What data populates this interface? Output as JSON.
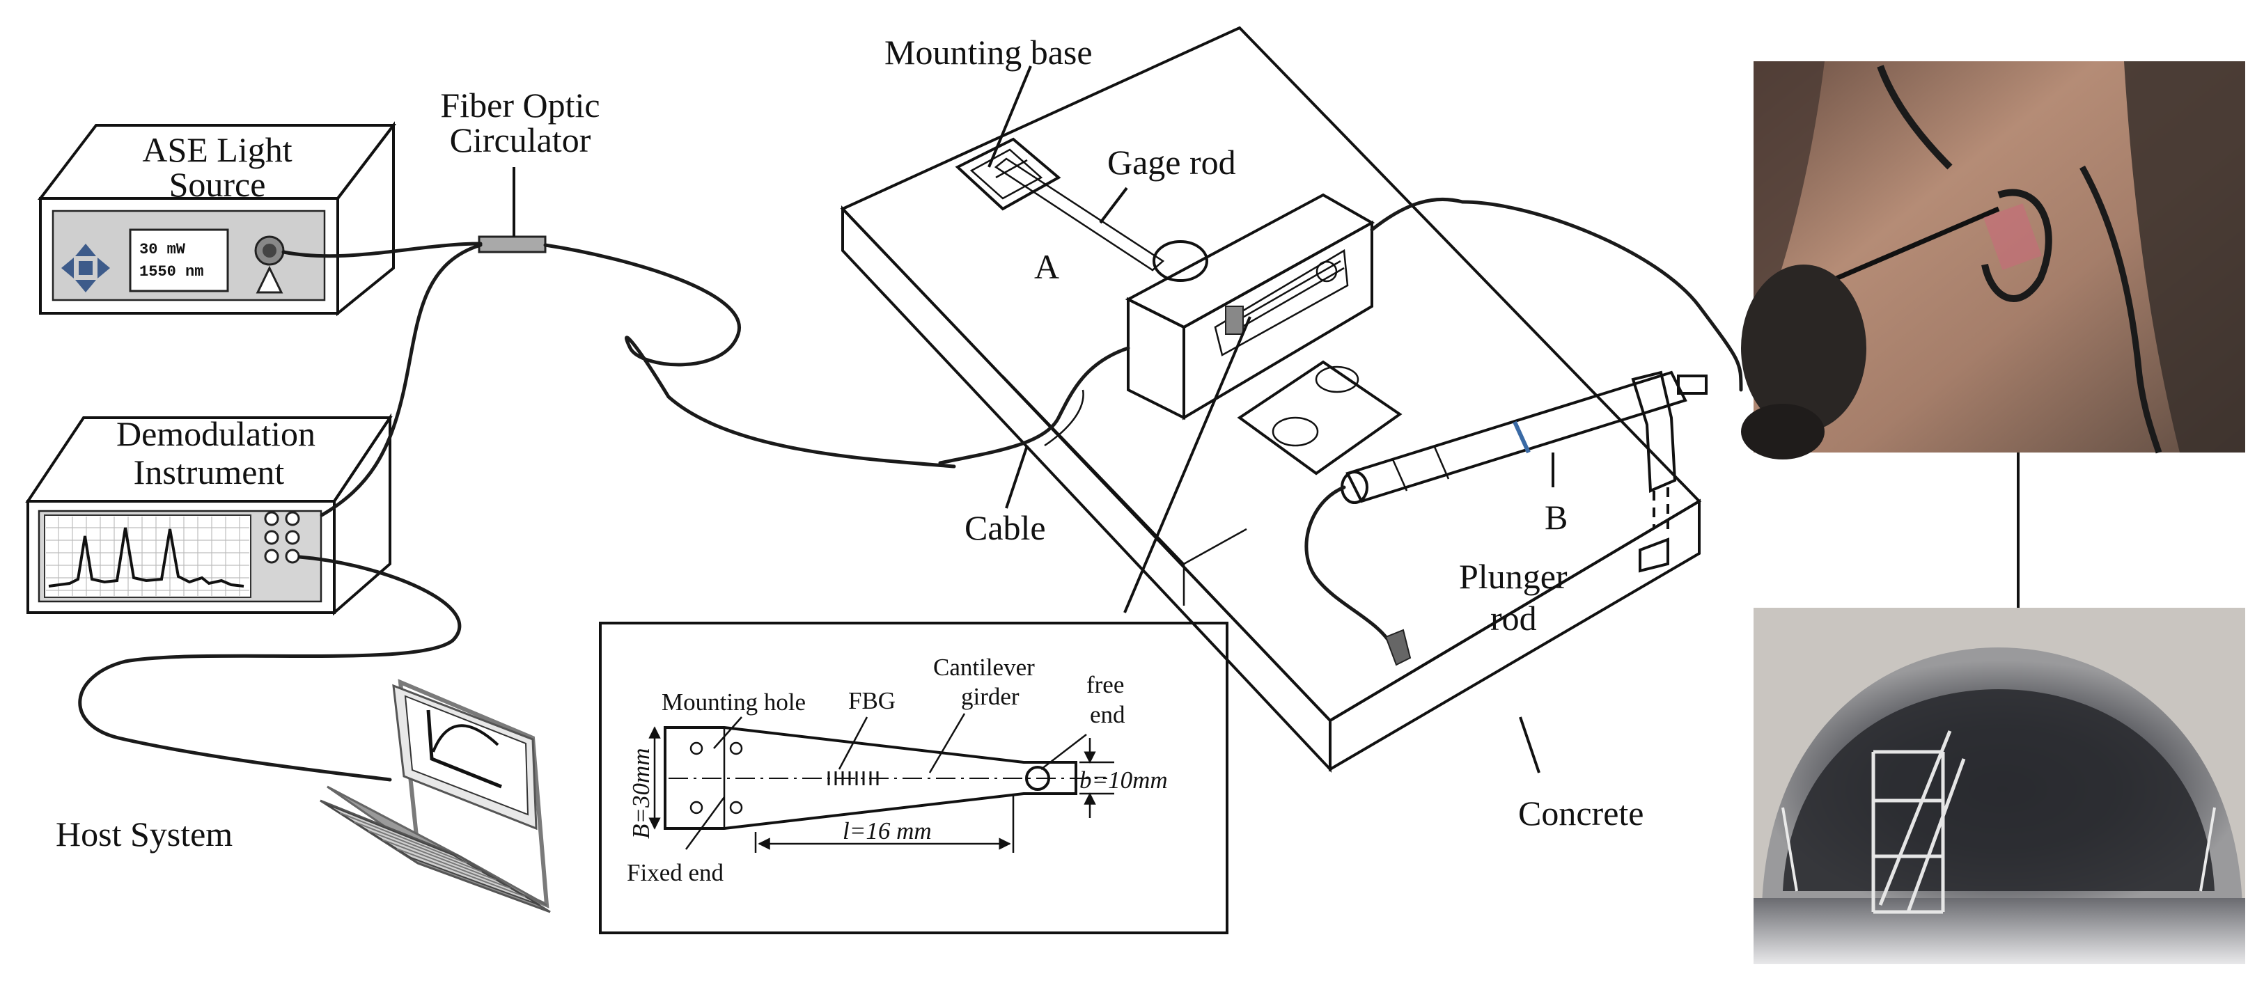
{
  "equipment": {
    "ase_light_source": {
      "line1": "ASE Light",
      "line2": "Source",
      "screen_line1": "30 mW",
      "screen_line2": "1550 nm"
    },
    "fiber_optic_circulator": {
      "line1": "Fiber Optic",
      "line2": "Circulator"
    },
    "demodulation_instrument": {
      "line1": "Demodulation",
      "line2": "Instrument"
    },
    "host_system": {
      "label": "Host System"
    }
  },
  "sensor_setup": {
    "mounting_base": "Mounting base",
    "gage_rod": "Gage rod",
    "sensor_a": "A",
    "sensor_b": "B",
    "cable": "Cable",
    "plunger_rod_line1": "Plunger",
    "plunger_rod_line2": "rod",
    "concrete": "Concrete"
  },
  "cantilever_detail": {
    "mounting_hole": "Mounting hole",
    "fbg": "FBG",
    "cantilever_line1": "Cantilever",
    "cantilever_line2": "girder",
    "free_line1": "free",
    "free_line2": "end",
    "fixed_end": "Fixed end",
    "dim_width_fixed": "B=30mm",
    "dim_width_free": "b=10mm",
    "dim_length": "l=16 mm"
  },
  "photos": [
    {
      "description_icon": "sensor-installation-photo"
    },
    {
      "description_icon": "tunnel-scaffold-photo"
    }
  ]
}
